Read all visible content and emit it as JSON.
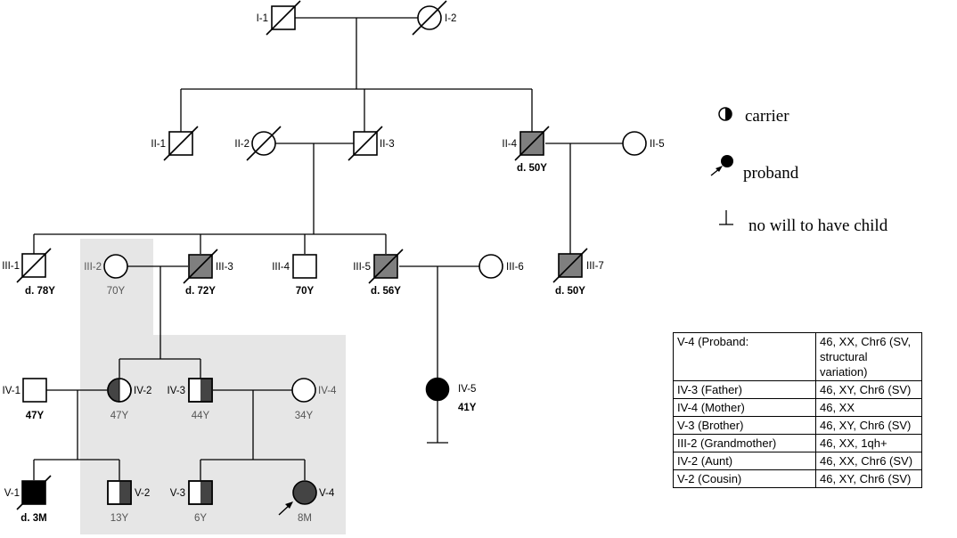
{
  "pedigree": {
    "individuals": [
      {
        "id": "I-1",
        "label": "I-1",
        "sex": "male",
        "status": "deceased",
        "note": ""
      },
      {
        "id": "I-2",
        "label": "I-2",
        "sex": "female",
        "status": "deceased",
        "note": ""
      },
      {
        "id": "II-1",
        "label": "II-1",
        "sex": "male",
        "status": "deceased",
        "note": ""
      },
      {
        "id": "II-2",
        "label": "II-2",
        "sex": "female",
        "status": "deceased",
        "note": ""
      },
      {
        "id": "II-3",
        "label": "II-3",
        "sex": "male",
        "status": "deceased",
        "note": ""
      },
      {
        "id": "II-4",
        "label": "II-4",
        "sex": "male",
        "status": "deceased-affected",
        "note": "d. 50Y"
      },
      {
        "id": "II-5",
        "label": "II-5",
        "sex": "female",
        "status": "unaffected",
        "note": ""
      },
      {
        "id": "III-1",
        "label": "III-1",
        "sex": "male",
        "status": "deceased",
        "note": "d. 78Y"
      },
      {
        "id": "III-2",
        "label": "III-2",
        "sex": "female",
        "status": "unaffected",
        "note": "70Y"
      },
      {
        "id": "III-3",
        "label": "III-3",
        "sex": "male",
        "status": "deceased-affected",
        "note": "d. 72Y"
      },
      {
        "id": "III-4",
        "label": "III-4",
        "sex": "male",
        "status": "unaffected",
        "note": "70Y"
      },
      {
        "id": "III-5",
        "label": "III-5",
        "sex": "male",
        "status": "deceased-affected",
        "note": "d. 56Y"
      },
      {
        "id": "III-6",
        "label": "III-6",
        "sex": "female",
        "status": "unaffected",
        "note": ""
      },
      {
        "id": "III-7",
        "label": "III-7",
        "sex": "male",
        "status": "deceased-affected",
        "note": "d. 50Y"
      },
      {
        "id": "IV-1",
        "label": "IV-1",
        "sex": "male",
        "status": "unaffected",
        "note": "47Y"
      },
      {
        "id": "IV-2",
        "label": "IV-2",
        "sex": "female",
        "status": "carrier",
        "note": "47Y"
      },
      {
        "id": "IV-3",
        "label": "IV-3",
        "sex": "male",
        "status": "carrier",
        "note": "44Y"
      },
      {
        "id": "IV-4",
        "label": "IV-4",
        "sex": "female",
        "status": "unaffected",
        "note": "34Y"
      },
      {
        "id": "IV-5",
        "label": "IV-5",
        "sex": "female",
        "status": "affected",
        "note": "41Y"
      },
      {
        "id": "V-1",
        "label": "V-1",
        "sex": "male",
        "status": "deceased-affected",
        "note": "d. 3M"
      },
      {
        "id": "V-2",
        "label": "V-2",
        "sex": "male",
        "status": "carrier",
        "note": "13Y"
      },
      {
        "id": "V-3",
        "label": "V-3",
        "sex": "male",
        "status": "carrier",
        "note": "6Y"
      },
      {
        "id": "V-4",
        "label": "V-4",
        "sex": "female",
        "status": "proband-affected",
        "note": "8M"
      }
    ]
  },
  "legend": {
    "carrier": "carrier",
    "proband": "proband",
    "no_child": "no will to have child"
  },
  "karyotype_table": {
    "rows": [
      {
        "person": "V-4 (Proband:",
        "result": "46, XX, Chr6 (SV, structural variation)"
      },
      {
        "person": "IV-3 (Father)",
        "result": "46, XY,  Chr6 (SV)"
      },
      {
        "person": "IV-4 (Mother)",
        "result": "46, XX"
      },
      {
        "person": "V-3 (Brother)",
        "result": "46, XY,  Chr6 (SV)"
      },
      {
        "person": "III-2 (Grandmother)",
        "result": "46, XX, 1qh+"
      },
      {
        "person": "IV-2 (Aunt)",
        "result": "46, XX,  Chr6 (SV)"
      },
      {
        "person": "V-2  (Cousin)",
        "result": "46, XY,  Chr6 (SV)"
      }
    ]
  },
  "colors": {
    "affected_grey": "#7f7f7f",
    "proband_fill": "#444444",
    "black": "#000000",
    "highlight_box": "#e6e6e6"
  }
}
